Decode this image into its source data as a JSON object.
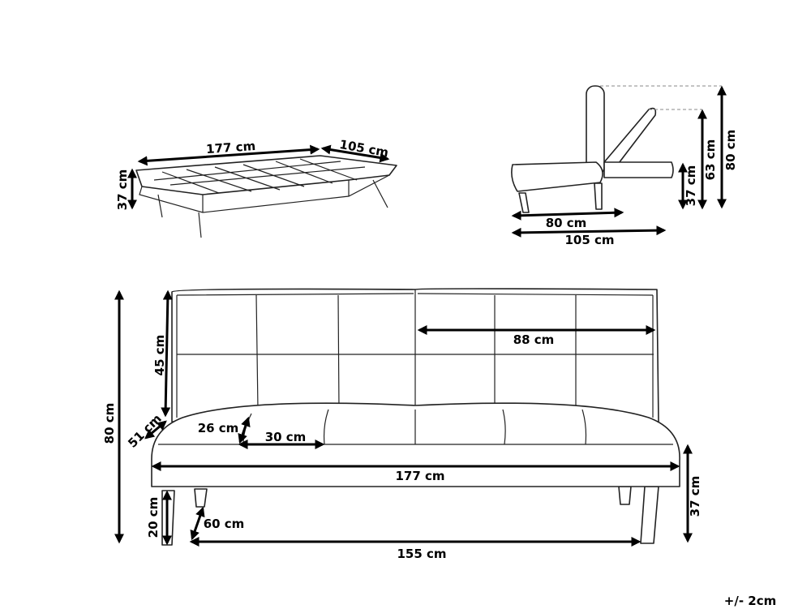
{
  "bed_view": {
    "width": "177 cm",
    "depth": "105 cm",
    "height": "37 cm"
  },
  "side_view": {
    "seat_depth": "80 cm",
    "bed_depth": "105 cm",
    "seat_height": "37 cm",
    "recline_height": "63 cm",
    "total_height": "80 cm"
  },
  "front_view": {
    "total_height": "80 cm",
    "back_height": "45 cm",
    "back_width": "88 cm",
    "seat_depth": "51 cm",
    "cushion_height": "26 cm",
    "cushion_width": "30 cm",
    "total_width": "177 cm",
    "seat_height": "37 cm",
    "leg_height": "20 cm",
    "leg_angle_label": "60 cm",
    "leg_span": "155 cm"
  },
  "tolerance": "+/- 2cm"
}
